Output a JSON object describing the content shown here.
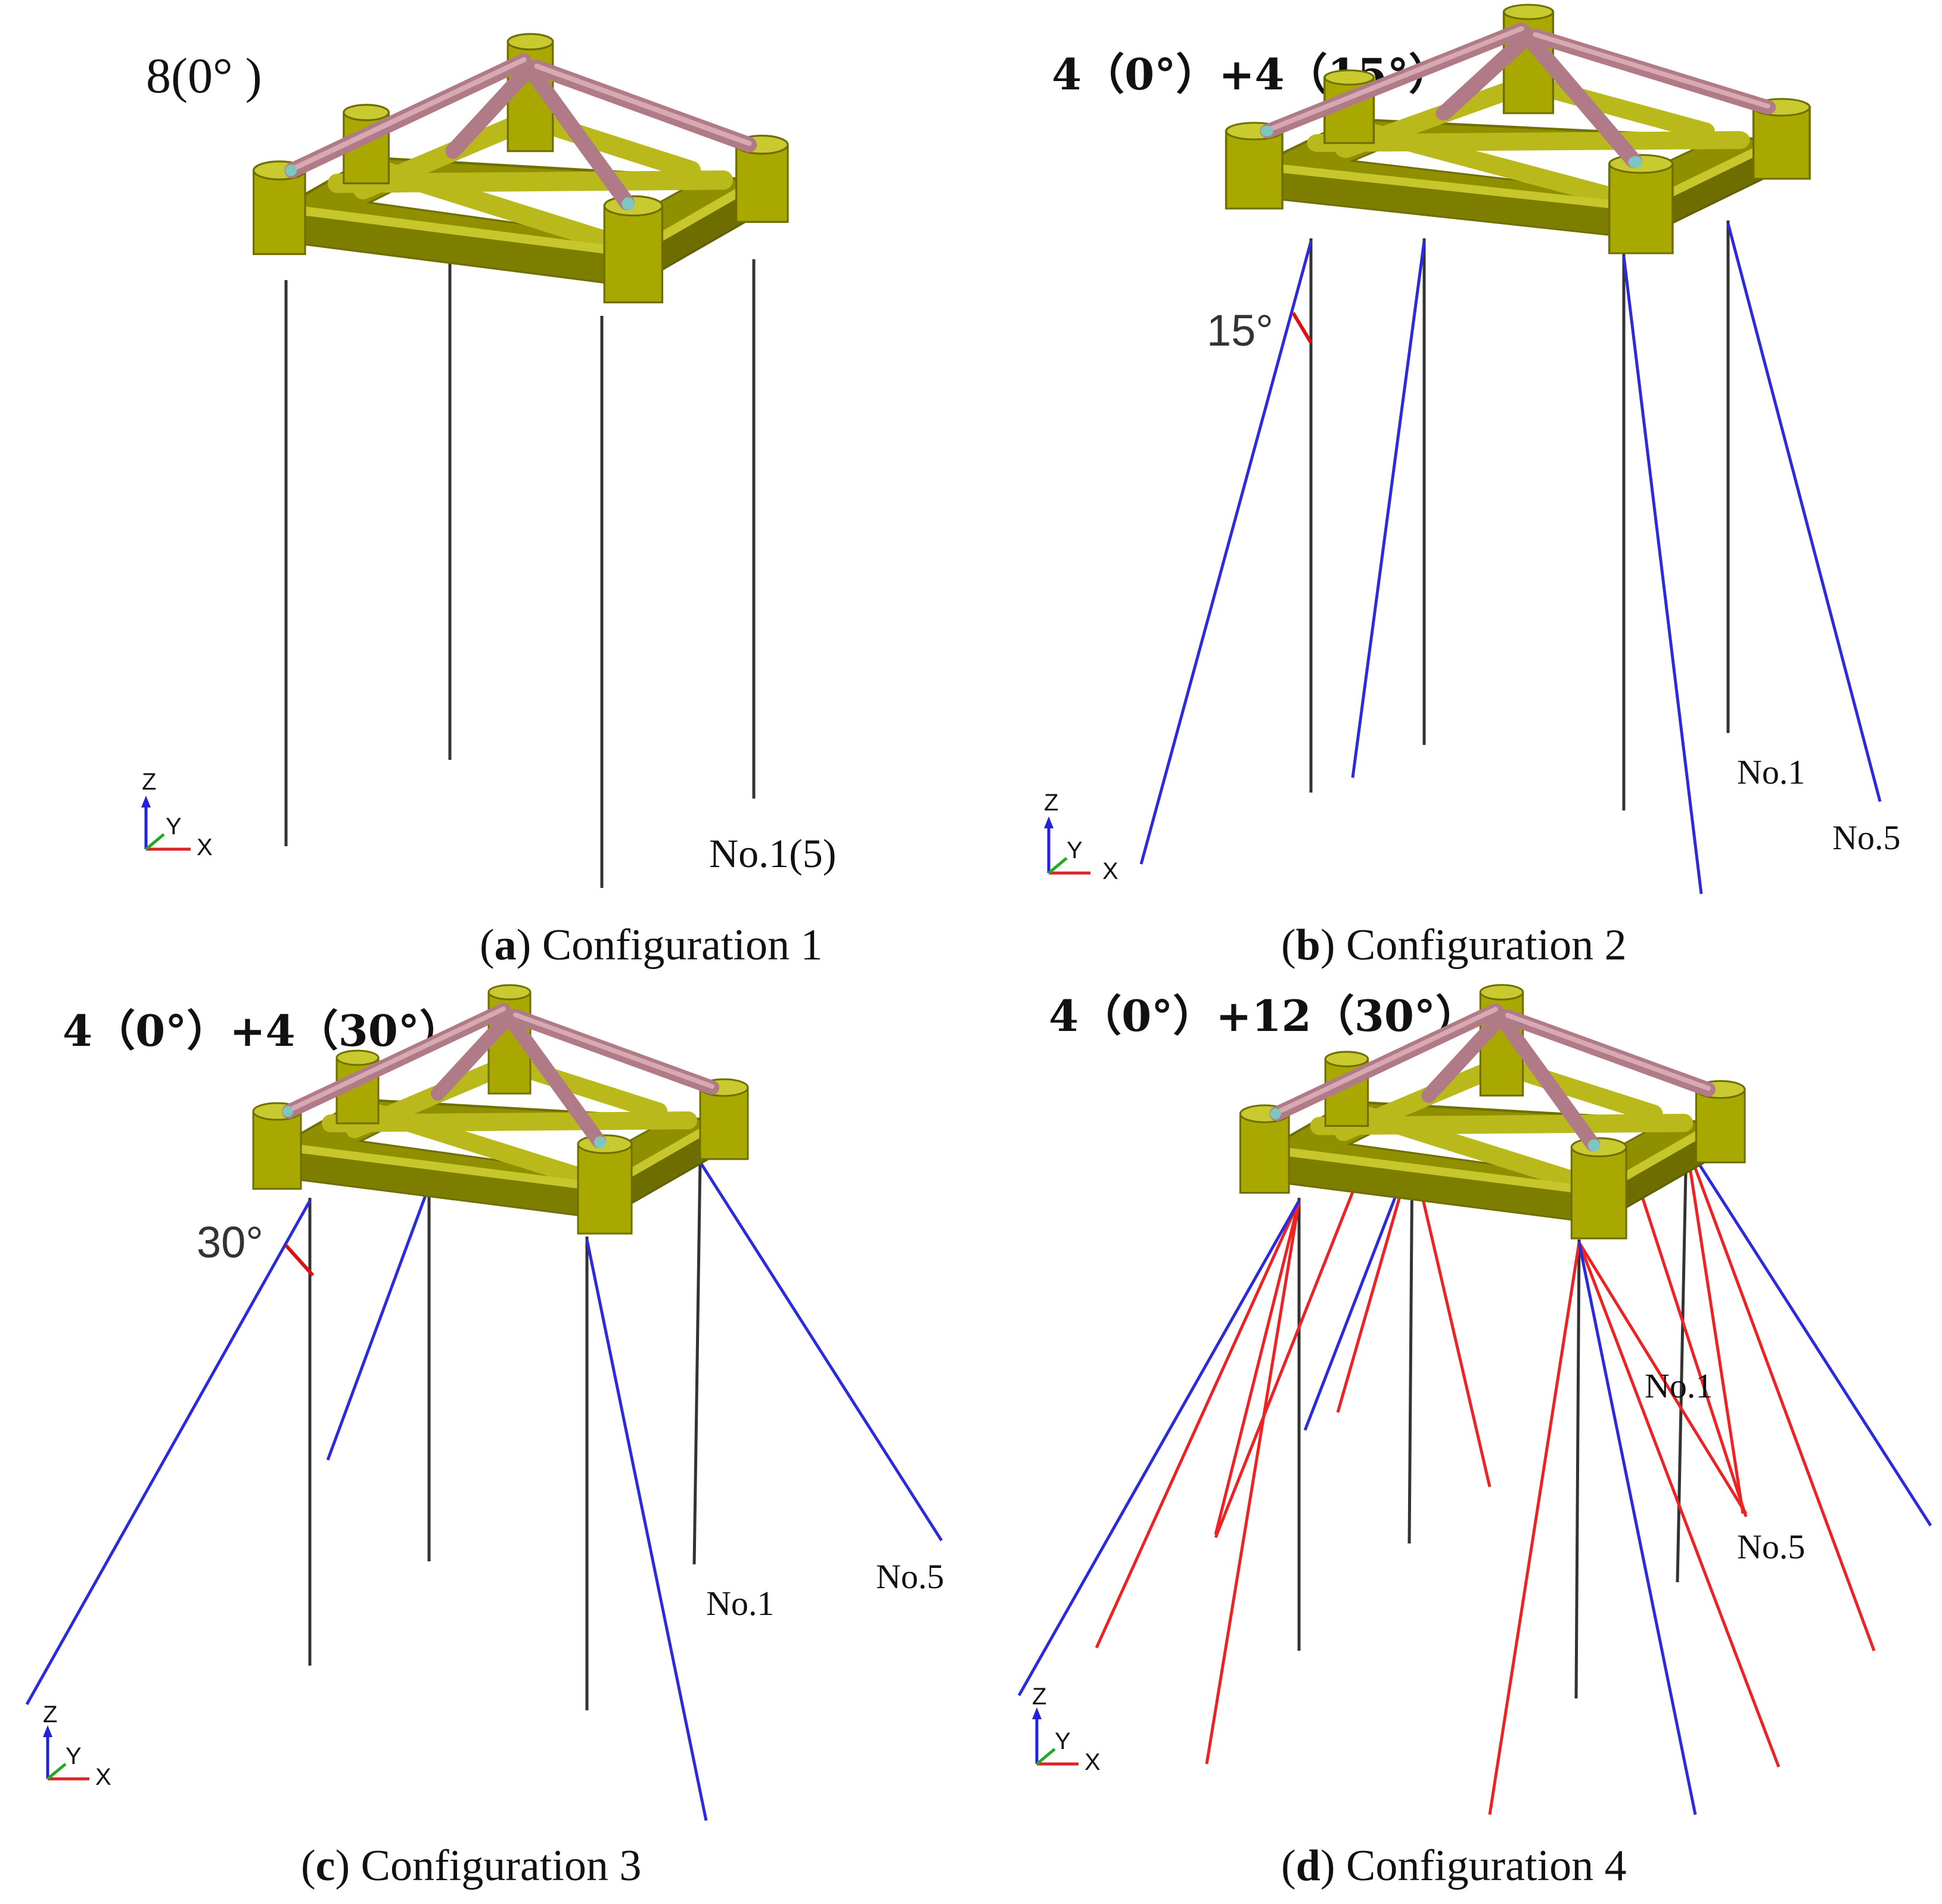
{
  "figure": {
    "panels": [
      {
        "id": "a",
        "heading": "8(0° )",
        "caption_letter": "a",
        "caption_text": "Configuration 1",
        "angle_label": "",
        "line_labels": [
          "No.1(5)"
        ],
        "axes": {
          "z": "Z",
          "y": "Y",
          "x": "X"
        }
      },
      {
        "id": "b",
        "heading": "4（0°）+4（15°）",
        "caption_letter": "b",
        "caption_text": "Configuration 2",
        "angle_label": "15°",
        "line_labels": [
          "No.1",
          "No.5"
        ],
        "axes": {
          "z": "Z",
          "y": "Y",
          "x": "X"
        }
      },
      {
        "id": "c",
        "heading": "4（0°）+4（30°）",
        "caption_letter": "c",
        "caption_text": "Configuration 3",
        "angle_label": "30°",
        "line_labels": [
          "No.1",
          "No.5"
        ],
        "axes": {
          "z": "Z",
          "y": "Y",
          "x": "X"
        }
      },
      {
        "id": "d",
        "heading": "4（0°）+12（30°）",
        "caption_letter": "d",
        "caption_text": "Configuration 4",
        "angle_label": "",
        "line_labels": [
          "No.1",
          "No.5"
        ],
        "axes": {
          "z": "Z",
          "y": "Y",
          "x": "X"
        }
      }
    ],
    "colors": {
      "platform": "#a8a800",
      "brace": "#b07b87",
      "vertical_line": "#333333",
      "inclined_15_30": "#2b2bdd",
      "inclined_extra": "#ee2222",
      "angle_marker": "#dd1111",
      "axis_z": "#2222dd",
      "axis_y": "#22aa22",
      "axis_x": "#dd2222"
    }
  }
}
